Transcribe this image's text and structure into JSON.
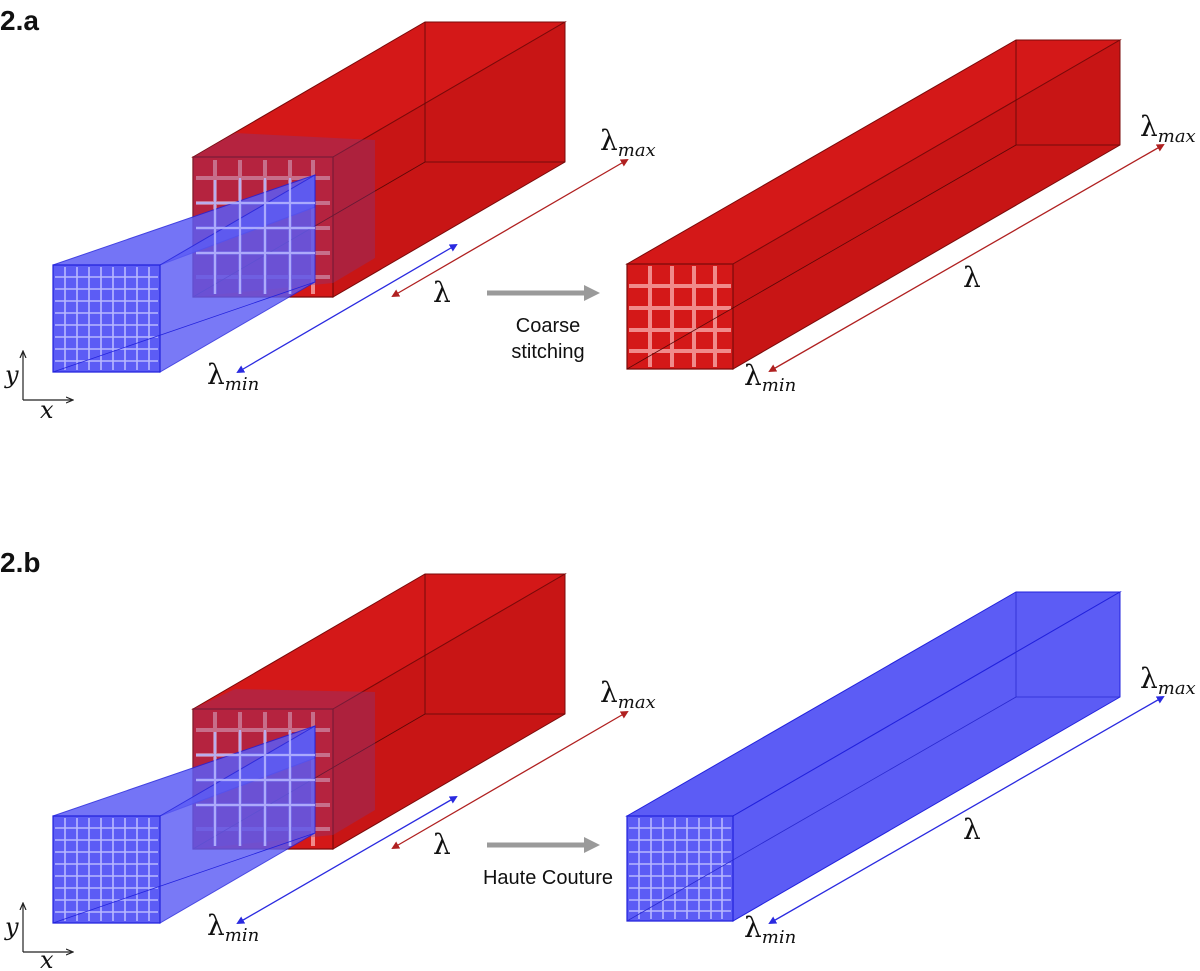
{
  "panels": [
    {
      "label": "2.a",
      "caption_lines": [
        "Coarse",
        "stitching"
      ],
      "result_color": "red"
    },
    {
      "label": "2.b",
      "caption_lines": [
        "Haute Couture"
      ],
      "result_color": "blue"
    }
  ],
  "symbols": {
    "lambda": "λ",
    "lambda_max_base": "λ",
    "lambda_max_sub": "max",
    "lambda_min_base": "λ",
    "lambda_min_sub": "min"
  },
  "axes": {
    "x": "x",
    "y": "y"
  },
  "colors": {
    "red_fill": "#d41818",
    "red_edge": "#7a0a0a",
    "red_grid": "#f08a8a",
    "blue_fill": "#5c5cf5",
    "blue_edge": "#2222dd",
    "blue_grid": "#b8b8ff",
    "red_arrow": "#b02020",
    "blue_arrow": "#2a2ae0",
    "transition_arrow": "#9a9a9a"
  }
}
